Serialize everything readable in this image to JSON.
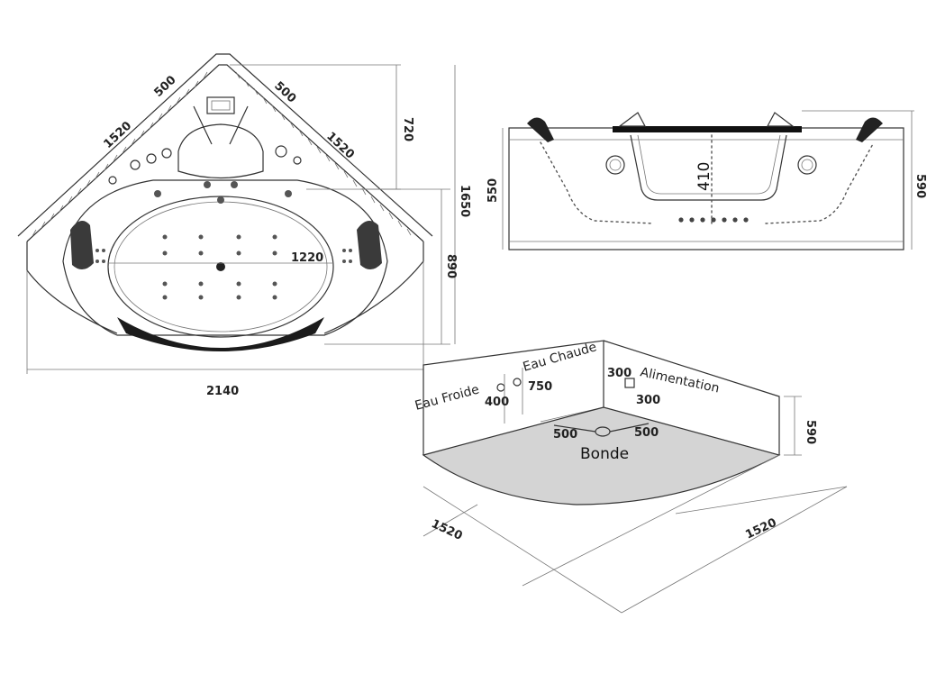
{
  "top_view": {
    "dims": {
      "side_left": "1520",
      "side_right": "1520",
      "seat_left": "500",
      "seat_right": "500",
      "depth_top": "720",
      "total_height": "1650",
      "inner_depth": "890",
      "inner_width": "1220",
      "total_width": "2140"
    }
  },
  "side_view": {
    "dims": {
      "inner_height": "550",
      "outer_height": "590",
      "seat_height": "410"
    }
  },
  "iso_view": {
    "labels": {
      "cold_water": "Eau Froide",
      "hot_water": "Eau Chaude",
      "power_supply": "Alimentation",
      "drain": "Bonde"
    },
    "dims": {
      "cold_height": "400",
      "hot_height": "750",
      "power_offset_x": "300",
      "power_offset_y": "300",
      "drain_left": "500",
      "drain_right": "500",
      "wall_height": "590",
      "side_left": "1520",
      "side_right": "1520"
    }
  }
}
